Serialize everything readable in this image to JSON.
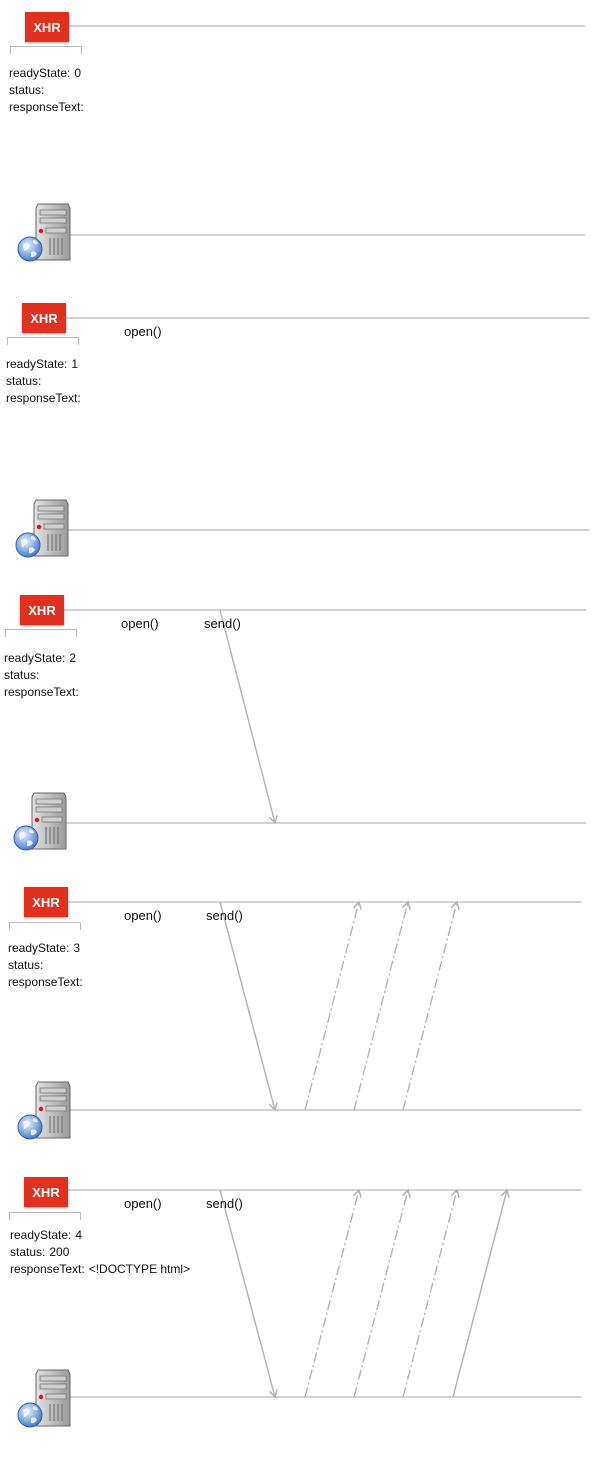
{
  "panels": [
    {
      "xhr_label": "XHR",
      "labels": {
        "ready_state": "readyState:",
        "status": "status:",
        "response_text": "responseText:"
      },
      "values": {
        "ready_state": "0",
        "status": "",
        "response_text": ""
      },
      "calls": {
        "open": "",
        "send": ""
      }
    },
    {
      "xhr_label": "XHR",
      "labels": {
        "ready_state": "readyState:",
        "status": "status:",
        "response_text": "responseText:"
      },
      "values": {
        "ready_state": "1",
        "status": "",
        "response_text": ""
      },
      "calls": {
        "open": "open()",
        "send": ""
      }
    },
    {
      "xhr_label": "XHR",
      "labels": {
        "ready_state": "readyState:",
        "status": "status:",
        "response_text": "responseText:"
      },
      "values": {
        "ready_state": "2",
        "status": "",
        "response_text": ""
      },
      "calls": {
        "open": "open()",
        "send": "send()"
      }
    },
    {
      "xhr_label": "XHR",
      "labels": {
        "ready_state": "readyState:",
        "status": "status:",
        "response_text": "responseText:"
      },
      "values": {
        "ready_state": "3",
        "status": "",
        "response_text": ""
      },
      "calls": {
        "open": "open()",
        "send": "send()"
      }
    },
    {
      "xhr_label": "XHR",
      "labels": {
        "ready_state": "readyState:",
        "status": "status:",
        "response_text": "responseText:"
      },
      "values": {
        "ready_state": "4",
        "status": "200",
        "response_text": "<!DOCTYPE html>"
      },
      "calls": {
        "open": "open()",
        "send": "send()"
      }
    }
  ],
  "colors": {
    "xhr_badge": "#e0301e",
    "timeline": "#c4c4c4",
    "arrow": "#b0b0b0"
  },
  "icons": {
    "server": "server-with-globe-icon"
  }
}
